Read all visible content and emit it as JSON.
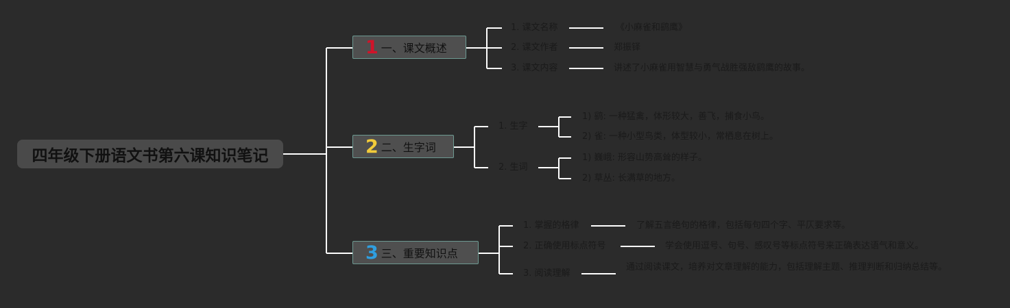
{
  "root": {
    "title": "四年级下册语文书第六课知识笔记"
  },
  "branches": [
    {
      "number": "1",
      "number_color": "#d0142a",
      "title": "一、课文概述",
      "items": [
        {
          "label": "1. 课文名称",
          "value": "《小麻雀和鹞鹰》"
        },
        {
          "label": "2. 课文作者",
          "value": "郑振铎"
        },
        {
          "label": "3. 课文内容",
          "value": "讲述了小麻雀用智慧与勇气战胜强敌鹞鹰的故事。"
        }
      ]
    },
    {
      "number": "2",
      "number_color": "#f2cb3a",
      "title": "二、生字词",
      "items": [
        {
          "label": "1. 生字",
          "subitems": [
            "1) 鹞: 一种猛禽，体形较大，善飞，捕食小鸟。",
            "2) 雀: 一种小型鸟类，体型较小，常栖息在树上。"
          ]
        },
        {
          "label": "2. 生词",
          "subitems": [
            "1) 巍峨: 形容山势高耸的样子。",
            "2) 草丛: 长满草的地方。"
          ]
        }
      ]
    },
    {
      "number": "3",
      "number_color": "#2f9fe0",
      "title": "三、重要知识点",
      "items": [
        {
          "label": "1. 掌握的格律",
          "value": "了解五言绝句的格律，包括每句四个字、平仄要求等。"
        },
        {
          "label": "2. 正确使用标点符号",
          "value": "学会使用逗号、句号、感叹号等标点符号来正确表达语气和意义。"
        },
        {
          "label": "3. 阅读理解",
          "value": "通过阅读课文，培养对文章理解的能力，包括理解主题、推理判断和归纳总结等。"
        }
      ]
    }
  ]
}
